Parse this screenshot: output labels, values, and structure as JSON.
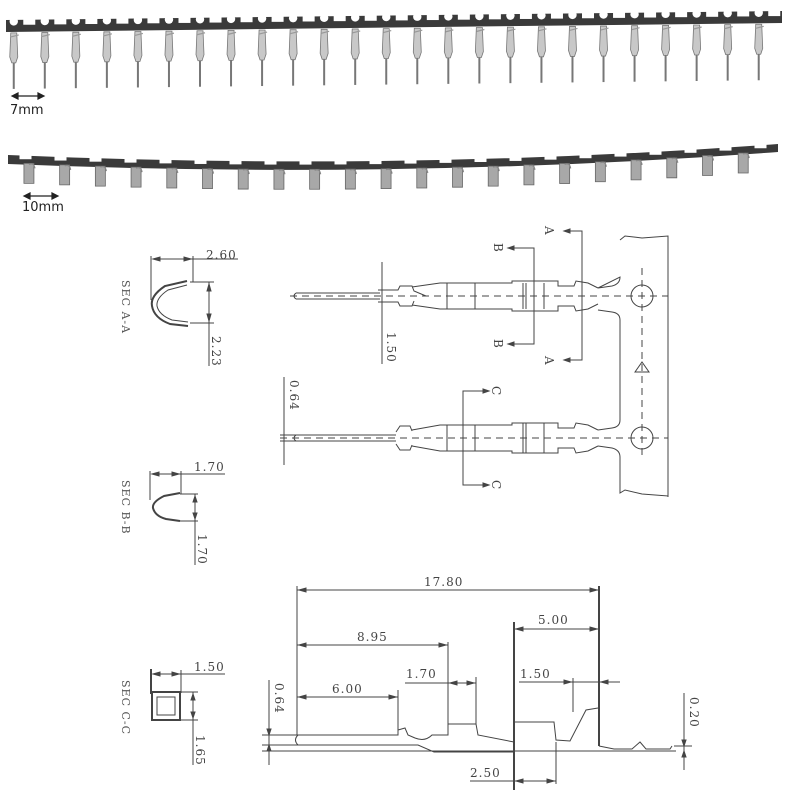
{
  "photos": {
    "male_strip": {
      "pitch_label": "7mm",
      "terminal_count": 25,
      "strip_color": "#3a3a3a"
    },
    "female_strip": {
      "pitch_label": "10mm",
      "terminal_count": 21,
      "strip_color": "#3a3a3a"
    }
  },
  "sections": {
    "a_a": {
      "title": "SEC A-A",
      "width": "2.60",
      "height": "2.23"
    },
    "b_b": {
      "title": "SEC B-B",
      "width": "1.70",
      "height": "1.70"
    },
    "c_c": {
      "title": "SEC C-C",
      "width": "1.50",
      "height": "1.65"
    }
  },
  "plan_view": {
    "upper_pin_dim": "1.50",
    "lower_pin_dim": "0.64",
    "section_markers": [
      "A",
      "A",
      "B",
      "B",
      "C",
      "C"
    ]
  },
  "side_view": {
    "overall_length": "17.80",
    "contact_to_crimp": "8.95",
    "pin_length": "6.00",
    "crimp_tab": "1.70",
    "insulation_crimp": "5.00",
    "wire_crimp_gap": "1.50",
    "pin_thickness": "0.64",
    "carrier_thickness": "0.20",
    "bottom_offset": "2.50"
  },
  "colors": {
    "line": "#444444",
    "strip": "#3a3a3a",
    "background": "#ffffff"
  }
}
